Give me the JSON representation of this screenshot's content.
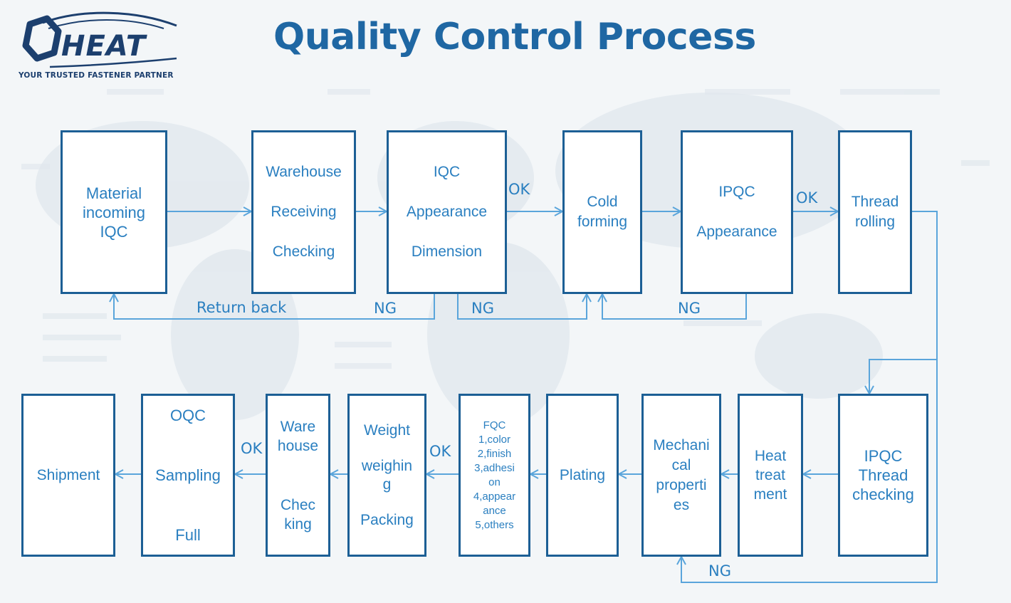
{
  "logo": {
    "brand": "HEAT",
    "tagline": "YOUR TRUSTED FASTENER PARTNER"
  },
  "title": "Quality Control Process",
  "nodes": {
    "material_incoming": [
      "Material",
      "incoming",
      "IQC"
    ],
    "warehouse_receiving": [
      "Warehouse",
      "Receiving",
      "Checking"
    ],
    "iqc": [
      "IQC",
      "Appearance",
      "Dimension"
    ],
    "cold_forming": [
      "Cold",
      "forming"
    ],
    "ipqc_appearance": [
      "IPQC",
      "Appearance"
    ],
    "thread_rolling": [
      "Thread",
      "rolling"
    ],
    "ipqc_thread": [
      "IPQC",
      "Thread",
      "checking"
    ],
    "heat_treatment": [
      "Heat",
      "treat",
      "ment"
    ],
    "mechanical": [
      "Mechani",
      "cal",
      "properti",
      "es"
    ],
    "plating": [
      "Plating"
    ],
    "fqc": [
      "FQC",
      "1,color",
      "2,finish",
      "3,adhesi",
      "on",
      "4,appear",
      "ance",
      "5,others"
    ],
    "weight_packing": [
      "Weight",
      "weighin",
      "g",
      "Packing"
    ],
    "warehouse_checking": [
      "Ware",
      "house",
      "Chec",
      "king"
    ],
    "oqc": [
      "OQC",
      "Sampling",
      "Full"
    ],
    "shipment": [
      "Shipment"
    ]
  },
  "labels": {
    "ok_iqc": "OK",
    "ok_ipqc": "OK",
    "ok_warehouse": "OK",
    "ok_fqc": "OK",
    "return_back": "Return back",
    "ng_iqc_return": "NG",
    "ng_iqc_forward": "NG",
    "ng_ipqc": "NG",
    "ng_mechanical": "NG"
  },
  "colors": {
    "line": "#5aa5db",
    "box_border": "#1c5f95",
    "text": "#2a7fc0",
    "title": "#1f67a3",
    "logo": "#1c3f6e"
  }
}
